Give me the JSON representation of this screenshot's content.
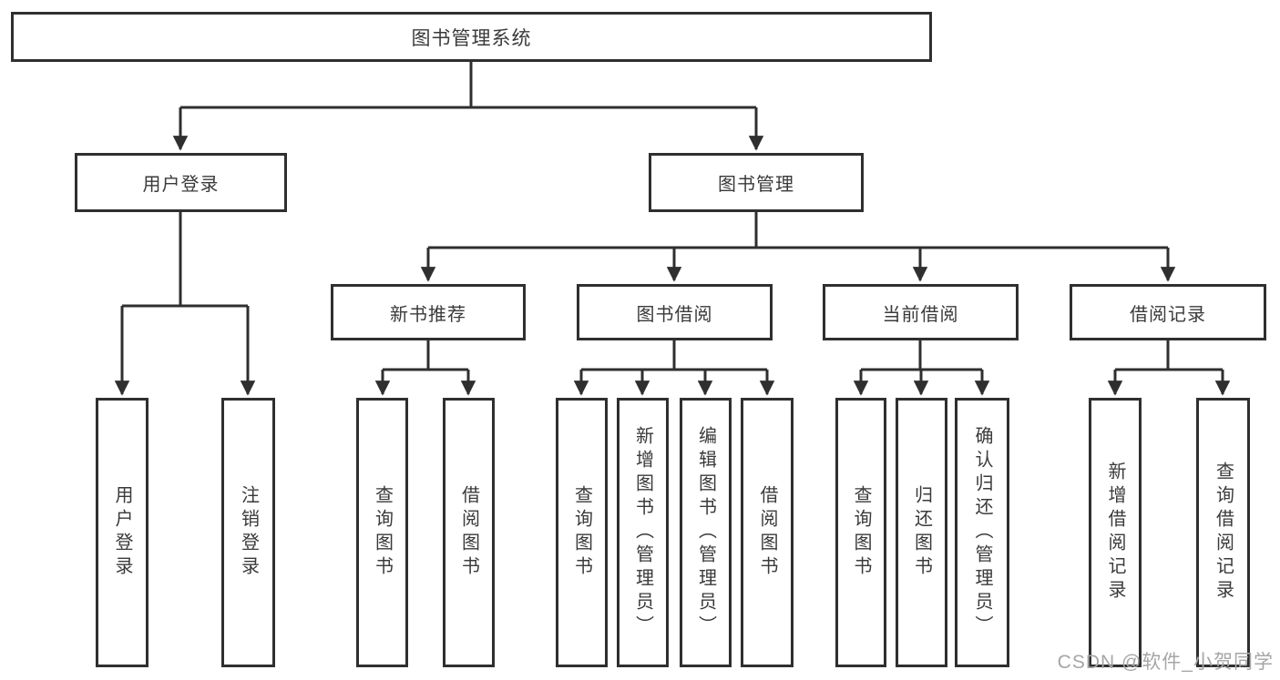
{
  "diagram": {
    "title": "图书管理系统",
    "watermark": "CSDN @软件_小贺同学",
    "colors": {
      "line": "#2f2f2f",
      "box_border": "#2f2f2f",
      "box_fill": "#ffffff",
      "text": "#3a3a3a",
      "watermark_text": "#a6a6a6",
      "background": "#ffffff"
    },
    "nodes": [
      {
        "id": "root",
        "label": "图书管理系统",
        "parent": null,
        "orientation": "horizontal"
      },
      {
        "id": "user-login",
        "label": "用户登录",
        "parent": "root",
        "orientation": "horizontal"
      },
      {
        "id": "book-mgmt",
        "label": "图书管理",
        "parent": "root",
        "orientation": "horizontal"
      },
      {
        "id": "leaf-user-login",
        "label": "用户登录",
        "parent": "user-login",
        "orientation": "vertical"
      },
      {
        "id": "leaf-logout",
        "label": "注销登录",
        "parent": "user-login",
        "orientation": "vertical"
      },
      {
        "id": "new-book-rec",
        "label": "新书推荐",
        "parent": "book-mgmt",
        "orientation": "horizontal"
      },
      {
        "id": "book-borrow",
        "label": "图书借阅",
        "parent": "book-mgmt",
        "orientation": "horizontal"
      },
      {
        "id": "current-borrow",
        "label": "当前借阅",
        "parent": "book-mgmt",
        "orientation": "horizontal"
      },
      {
        "id": "borrow-record",
        "label": "借阅记录",
        "parent": "book-mgmt",
        "orientation": "horizontal"
      },
      {
        "id": "nbr-query",
        "label": "查询图书",
        "parent": "new-book-rec",
        "orientation": "vertical"
      },
      {
        "id": "nbr-borrow",
        "label": "借阅图书",
        "parent": "new-book-rec",
        "orientation": "vertical"
      },
      {
        "id": "bb-query",
        "label": "查询图书",
        "parent": "book-borrow",
        "orientation": "vertical"
      },
      {
        "id": "bb-add",
        "label": "新增图书（管理员）",
        "parent": "book-borrow",
        "orientation": "vertical"
      },
      {
        "id": "bb-edit",
        "label": "编辑图书（管理员）",
        "parent": "book-borrow",
        "orientation": "vertical"
      },
      {
        "id": "bb-borrow",
        "label": "借阅图书",
        "parent": "book-borrow",
        "orientation": "vertical"
      },
      {
        "id": "cb-query",
        "label": "查询图书",
        "parent": "current-borrow",
        "orientation": "vertical"
      },
      {
        "id": "cb-return",
        "label": "归还图书",
        "parent": "current-borrow",
        "orientation": "vertical"
      },
      {
        "id": "cb-confirm",
        "label": "确认归还（管理员）",
        "parent": "current-borrow",
        "orientation": "vertical"
      },
      {
        "id": "br-add",
        "label": "新增借阅记录",
        "parent": "borrow-record",
        "orientation": "vertical"
      },
      {
        "id": "br-query",
        "label": "查询借阅记录",
        "parent": "borrow-record",
        "orientation": "vertical"
      }
    ]
  }
}
